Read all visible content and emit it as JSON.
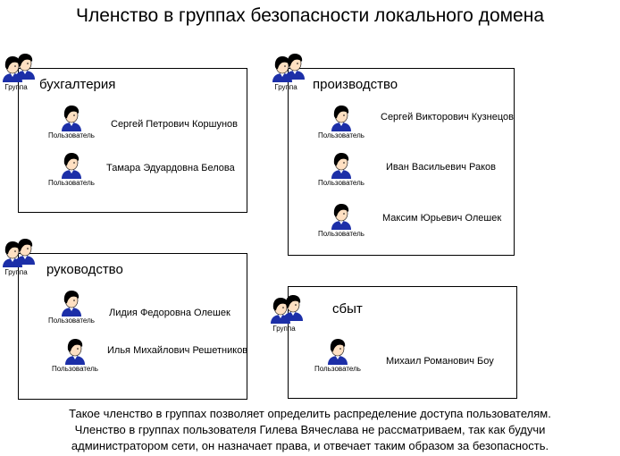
{
  "title": "Членство в  группах безопасности локального домена",
  "icons": {
    "group": "user-group-icon",
    "user": "user-icon",
    "hair_color": "#000000",
    "skin_color": "#ffe0c2",
    "shirt_color": "#1c2fa8"
  },
  "groups": [
    {
      "icon_label": "Группа",
      "name": "бухгалтерия",
      "members": [
        {
          "icon_label": "Пользователь",
          "name": "Сергей Петрович Коршунов"
        },
        {
          "icon_label": "Пользователь",
          "name": "Тамара Эдуардовна Белова"
        }
      ]
    },
    {
      "icon_label": "Группа",
      "name": "производство",
      "members": [
        {
          "icon_label": "Пользователь",
          "name": "Сергей Викторович Кузнецов"
        },
        {
          "icon_label": "Пользователь",
          "name": "Иван Васильевич Раков"
        },
        {
          "icon_label": "Пользователь",
          "name": "Максим Юрьевич Олешек"
        }
      ]
    },
    {
      "icon_label": "Группа",
      "name": "руководство",
      "members": [
        {
          "icon_label": "Пользователь",
          "name": "Лидия Федоровна Олешек"
        },
        {
          "icon_label": "Пользователь",
          "name": "Илья Михайлович Решетников"
        }
      ]
    },
    {
      "icon_label": "Группа",
      "name": "сбыт",
      "members": [
        {
          "icon_label": "Пользователь",
          "name": "Михаил Романович Боу"
        }
      ]
    }
  ],
  "footer": [
    "Такое членство в группах позволяет определить распределение доступа пользователям.",
    "Членство в группах пользователя Гилева Вячеслава не рассматриваем, так как будучи",
    "администратором сети, он назначает права, и отвечает таким образом за безопасность."
  ]
}
